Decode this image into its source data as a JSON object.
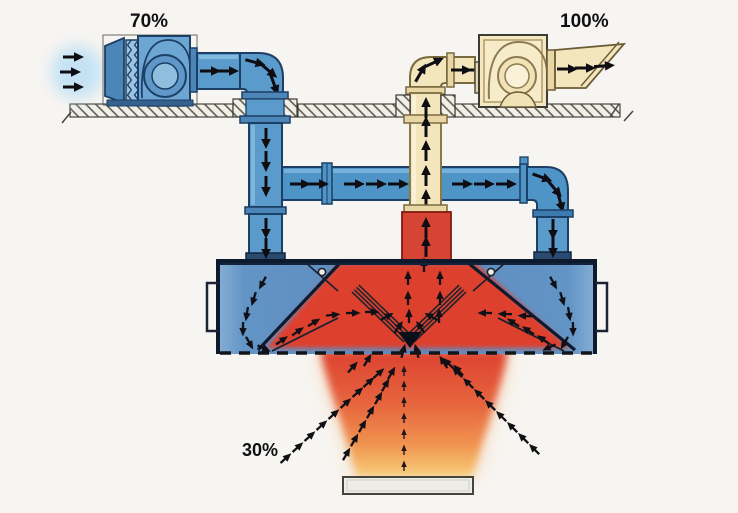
{
  "labels": {
    "supply_fan_pct": "70%",
    "exhaust_fan_pct": "100%",
    "induced_air_pct": "30%"
  },
  "colors": {
    "background": "#f7f5f1",
    "supply_blue": "#5b9bcb",
    "branch_blue": "#4f94c7",
    "fitting_blue": "#3d6f9f",
    "outline_navy": "#1c3f66",
    "hood_blue": "#5f8dc1",
    "hood_border": "#0d1a2e",
    "exhaust_cream": "#f3e6bd",
    "cream_border": "#7a6a3e",
    "heat_red": "#d64434",
    "hood_red": "#de412f",
    "plume_orange": "#f0934f",
    "plume_yellow": "#f7d98e",
    "arrow_black": "#0d0d12",
    "intake_cloud": "#c2e2f4"
  },
  "parts": {
    "supply_fan": "supply-fan",
    "exhaust_fan": "exhaust-fan",
    "ceiling": "ceiling-slab",
    "supply_duct": "supply-duct-run",
    "exhaust_duct": "exhaust-duct-run",
    "hood": "extraction-hood",
    "filters": "v-filter-baffles",
    "plume": "thermal-plume",
    "appliance": "cooking-appliance",
    "induced_air": "induced-room-air"
  }
}
